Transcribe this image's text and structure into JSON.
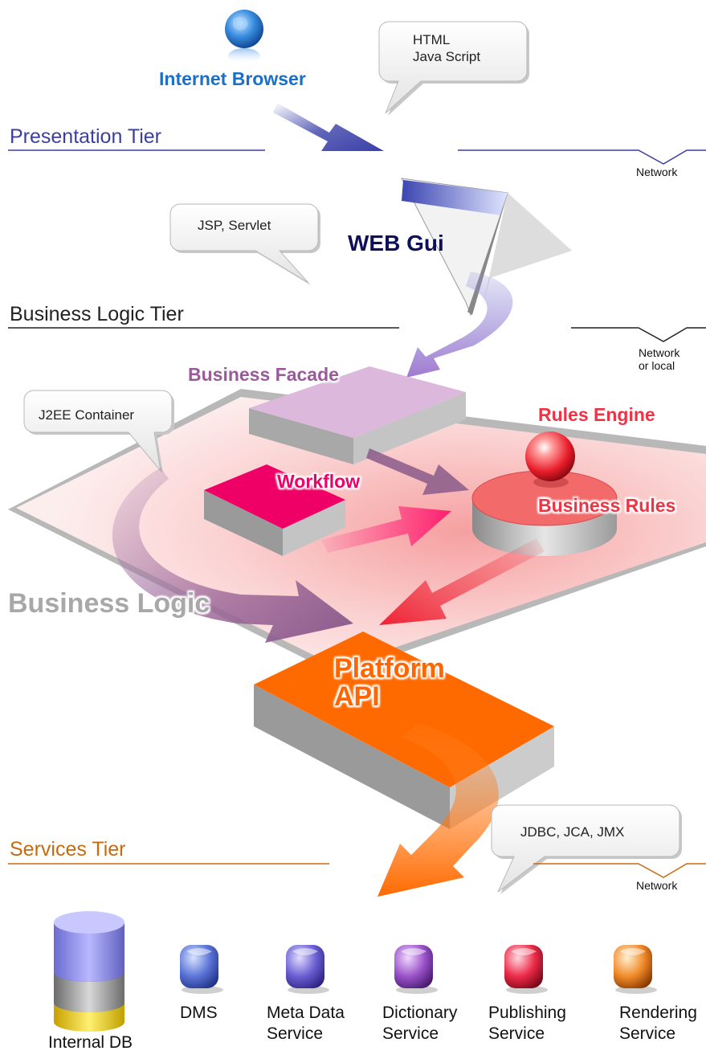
{
  "tiers": {
    "presentation": {
      "label": "Presentation Tier",
      "color": "#3b3fa0"
    },
    "business": {
      "label": "Business Logic Tier",
      "color": "#222222"
    },
    "services": {
      "label": "Services Tier",
      "color": "#c86a10"
    }
  },
  "network_labels": {
    "net1": "Network",
    "net2_line1": "Network",
    "net2_line2": "or local",
    "net3": "Network"
  },
  "bubbles": {
    "html_js_line1": "HTML",
    "html_js_line2": "Java Script",
    "jsp_servlet": "JSP, Servlet",
    "j2ee_container": "J2EE Container",
    "jdbc_jca_jmx": "JDBC, JCA, JMX"
  },
  "components": {
    "internet_browser": "Internet Browser",
    "web_gui": "WEB Gui",
    "business_facade": "Business Facade",
    "rules_engine": "Rules Engine",
    "workflow": "Workflow",
    "business_rules": "Business Rules",
    "business_logic": "Business Logic",
    "platform_api_line1": "Platform",
    "platform_api_line2": "API"
  },
  "services": [
    {
      "line1": "Internal DB",
      "line2": "",
      "icon": "database-cylinder-icon"
    },
    {
      "line1": "DMS",
      "line2": "",
      "icon": "blue-cube-icon"
    },
    {
      "line1": "Meta Data",
      "line2": "Service",
      "icon": "violet-cube-icon"
    },
    {
      "line1": "Dictionary",
      "line2": "Service",
      "icon": "purple-cube-icon"
    },
    {
      "line1": "Publishing",
      "line2": "Service",
      "icon": "red-cube-icon"
    },
    {
      "line1": "Rendering",
      "line2": "Service",
      "icon": "orange-cube-icon"
    }
  ],
  "colors": {
    "presentation_tier": "#3b3fa0",
    "services_tier": "#c86a10",
    "browser_label": "#1a6fc8",
    "web_gui_label": "#10105a",
    "facade": "#9a5a9a",
    "rules": "#ee3344",
    "workflow": "#ee0066",
    "platform_api": "#ff6600",
    "business_logic": "#a8a8a8"
  }
}
